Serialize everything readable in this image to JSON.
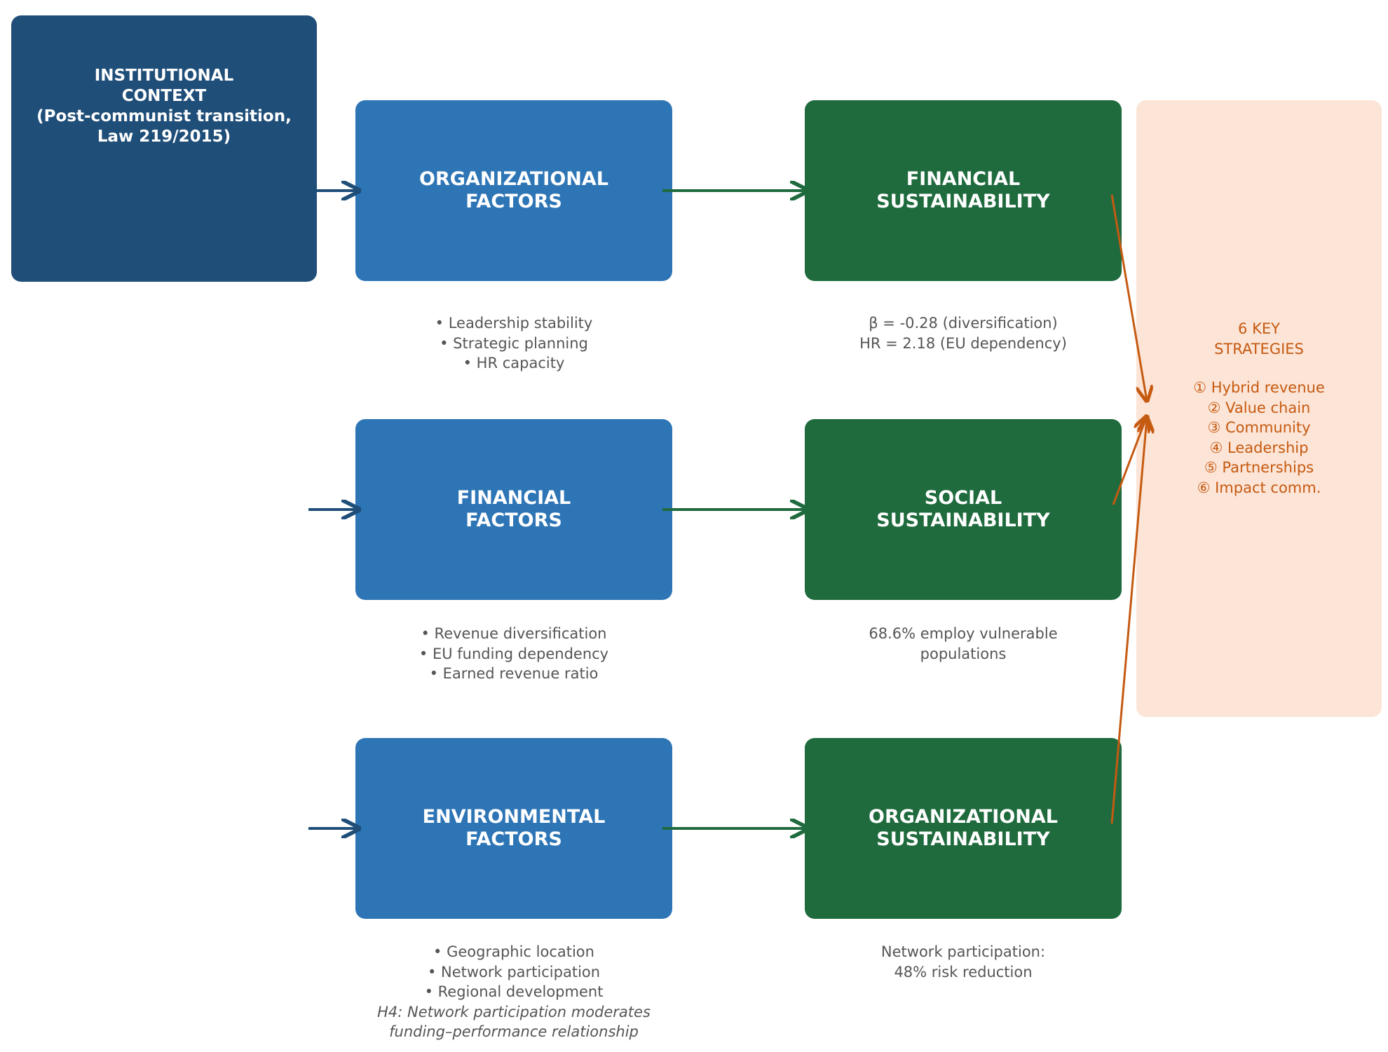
{
  "institutional_context": {
    "label": "INSTITUTIONAL\nCONTEXT\n(Post-communist transition,\nLaw 219/2015)"
  },
  "factors": [
    {
      "label": "ORGANIZATIONAL\nFACTORS",
      "items": [
        "• Leadership stability",
        "• Strategic planning",
        "• HR capacity"
      ]
    },
    {
      "label": "FINANCIAL\nFACTORS",
      "items": [
        "• Revenue diversification",
        "• EU funding dependency",
        "• Earned revenue ratio"
      ]
    },
    {
      "label": "ENVIRONMENTAL\nFACTORS",
      "items": [
        "• Geographic location",
        "• Network participation",
        "• Regional development"
      ],
      "hypothesis": "H4: Network participation moderates\nfunding–performance relationship"
    }
  ],
  "outcomes": [
    {
      "label": "FINANCIAL\nSUSTAINABILITY",
      "notes": [
        "β = -0.28 (diversification)",
        "HR = 2.18 (EU dependency)"
      ]
    },
    {
      "label": "SOCIAL\nSUSTAINABILITY",
      "notes": [
        "68.6% employ vulnerable",
        "populations"
      ]
    },
    {
      "label": "ORGANIZATIONAL\nSUSTAINABILITY",
      "notes": [
        "Network participation:",
        "48% risk reduction"
      ]
    }
  ],
  "strategies": {
    "title": "6 KEY\nSTRATEGIES",
    "items": [
      "① Hybrid revenue",
      "② Value chain",
      "③ Community",
      "④ Leadership",
      "⑤ Partnerships",
      "⑥ Impact comm."
    ]
  },
  "colors": {
    "context": "#1f4e79",
    "factors": "#2e75b6",
    "outcomes": "#1f6b3e",
    "strategies_bg": "#fce4d6",
    "strategies_text": "#c55a11",
    "arrow_blue": "#1f4e79",
    "arrow_green": "#1f6b3e",
    "arrow_orange": "#c55a11"
  }
}
